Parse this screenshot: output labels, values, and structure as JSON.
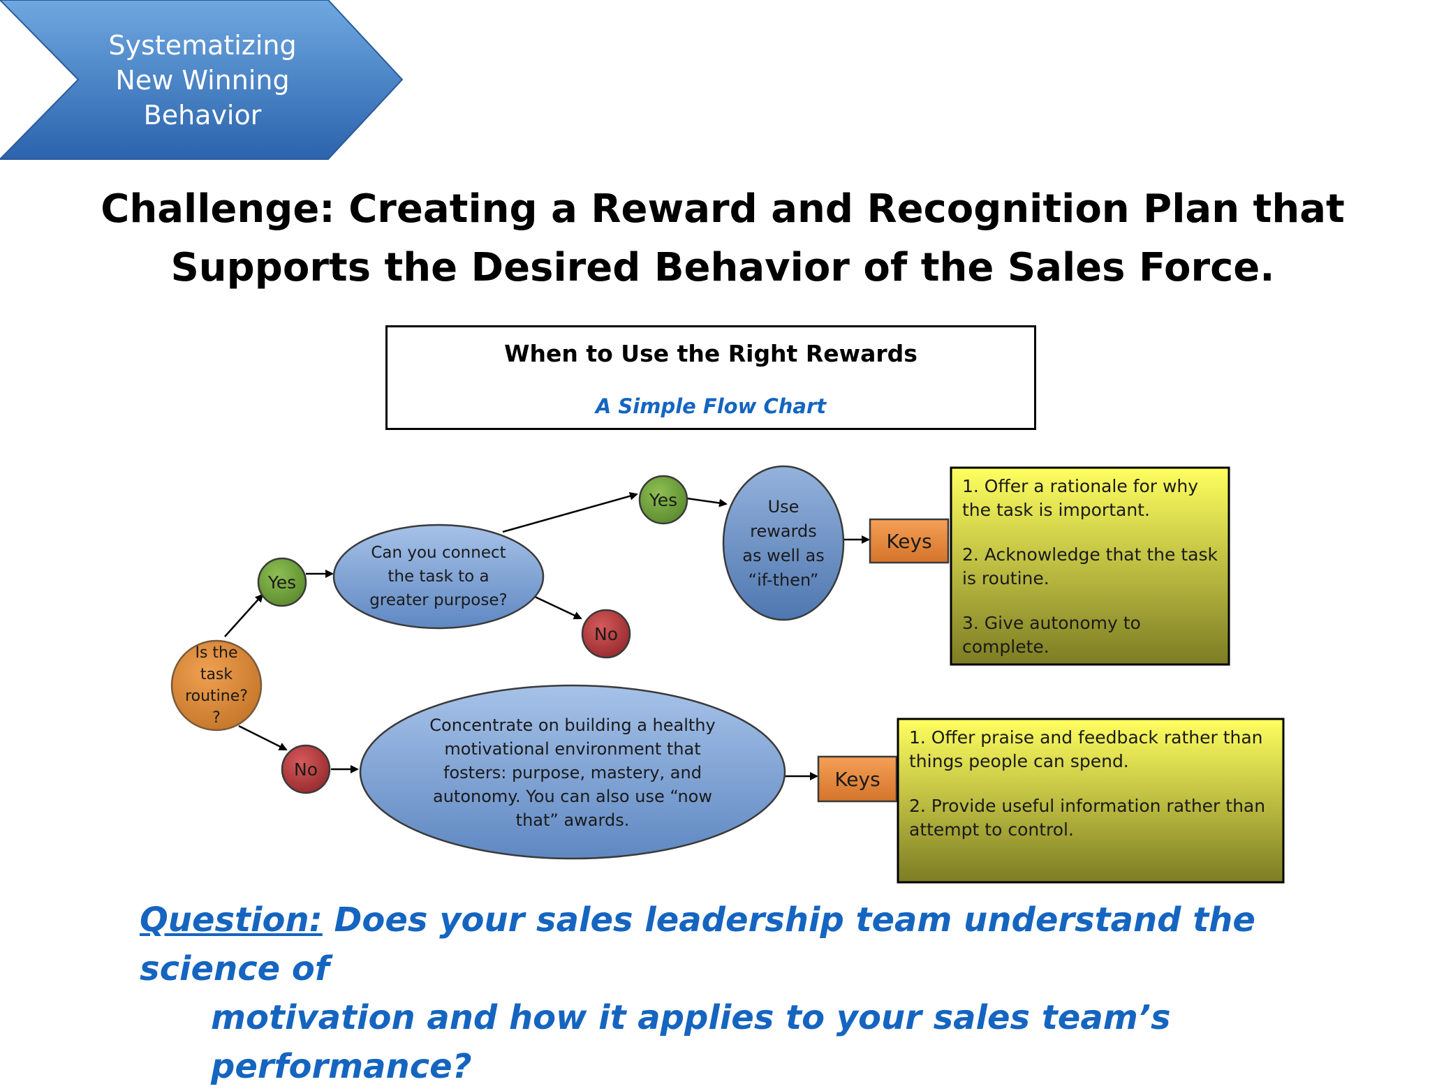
{
  "banner": {
    "lines": [
      "Systematizing",
      "New Winning",
      "Behavior"
    ],
    "color_top": "#5c9ad6",
    "color_bottom": "#2e6db8"
  },
  "title": {
    "line1": "Challenge: Creating a Reward and Recognition Plan that",
    "line2": "Supports the Desired Behavior of the Sales Force."
  },
  "chart_box": {
    "title": "When to Use the Right Rewards",
    "subtitle": "A Simple Flow Chart"
  },
  "flow": {
    "start": "Is the\ntask\nroutine?\n?",
    "yes_1": "Yes",
    "connect": "Can you connect\nthe task to a\ngreater purpose?",
    "yes_2": "Yes",
    "no_1": "No",
    "use_rewards": "Use\nrewards\nas well as\n“if-then”",
    "keys_1": "Keys",
    "keys_1_items": [
      "1. Offer a rationale for why the task is important.",
      "2. Acknowledge that the task is routine.",
      "3. Give autonomy to complete."
    ],
    "no_2": "No",
    "concentrate": "Concentrate on building a healthy\nmotivational environment that\nfosters: purpose, mastery, and\nautonomy.  You can also use “now\nthat” awards.",
    "keys_2": "Keys",
    "keys_2_items": [
      "1. Offer praise and feedback rather than things people can spend.",
      "2. Provide useful information rather than attempt to control."
    ]
  },
  "colors": {
    "yes_green": "#6e9a3a",
    "no_red": "#b2363a",
    "start_orange": "#d98a36",
    "ellipse_blue": "#7fa3d1",
    "keys_orange": "#e8873a",
    "note_yellow": "#f2f25a",
    "accent_blue": "#1565c0"
  },
  "question": {
    "label": "Question:",
    "line1": " Does your sales leadership team understand the science of",
    "line2": "motivation and how it applies to your sales team’s performance?"
  }
}
